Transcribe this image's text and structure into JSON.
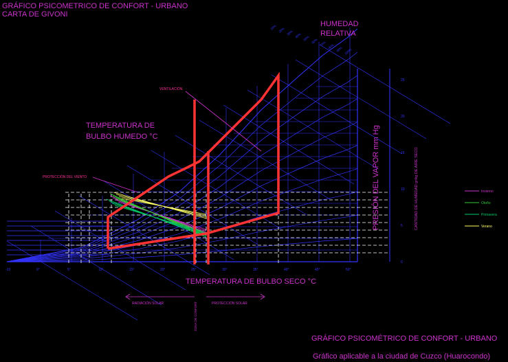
{
  "header": {
    "title_line1": "GRÁFICO PSICOMETRICO DE CONFORT - URBANO",
    "title_line2": "CARTA DE GIVONI"
  },
  "labels": {
    "humedad_1": "HUMEDAD",
    "humedad_2": "RELATIVA",
    "temp_humedo_1": "TEMPERATURA DE",
    "temp_humedo_2": "BULBO HUMEDO °C",
    "ventilacion": "VENTILACIÓN",
    "proteccion_viento": "PROTECCIÓN DEL VIENTO",
    "presion_vapor": "PRESIÓN DEL VAPOR  mm Hg",
    "cantidad_humedad": "CANTIDAD DE HUMEDAD  gr/kg DE AIRE SECO",
    "temp_seco": "TEMPERATURA  DE  BULBO  SECO °C",
    "radiacion_solar": "RADIACIÓN SOLAR",
    "proteccion_solar": "PROTECCIÓN SOLAR",
    "zona_confort": "ZONA DE CONFORT",
    "footer_title": "GRÁFICO PSICOMÉTRICO DE CONFORT - URBANO",
    "footer_sub": "Gráfico aplicable a la ciudad de Cuzco (Huarocondo)"
  },
  "legend": [
    {
      "label": "Invierno",
      "color": "#cc33cc"
    },
    {
      "label": "Otoño",
      "color": "#33cc33"
    },
    {
      "label": "Primavera",
      "color": "#00cc66"
    },
    {
      "label": "Verano",
      "color": "#ffff66"
    }
  ],
  "x_ticks": [
    "-10",
    "0°",
    "5°",
    "10°",
    "15°",
    "20°",
    "25°",
    "30°",
    "35°",
    "40°",
    "45°",
    "50°"
  ],
  "y_ticks_right": [
    "0",
    "5",
    "10",
    "15",
    "20",
    "25"
  ],
  "rh_ticks": [
    "10%",
    "20%",
    "30%",
    "40%",
    "50%",
    "60%",
    "70%",
    "80%",
    "90%",
    "100%"
  ],
  "colors": {
    "grid": "#3333ff",
    "comfort": "#ff3333",
    "accent": "#cc33cc",
    "dash": "#ffffff"
  }
}
